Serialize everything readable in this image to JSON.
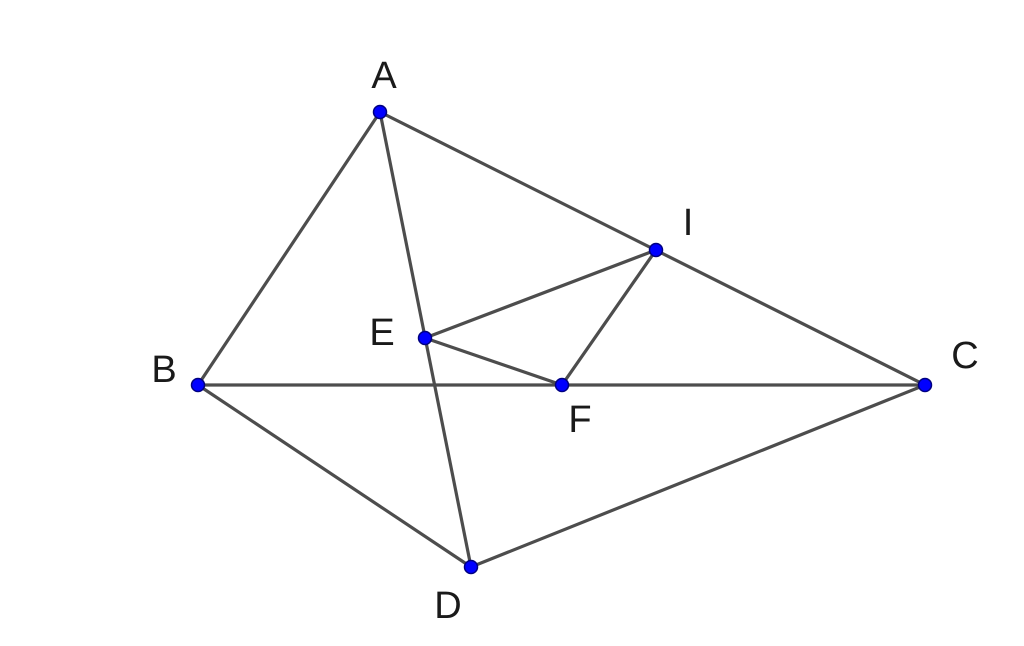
{
  "colors": {
    "segment": "#4d4d4d",
    "point_fill": "#0000ff",
    "point_stroke": "#000080",
    "label": "#1a1a1a",
    "background": "#ffffff"
  },
  "points": [
    {
      "id": "A",
      "label": "A"
    },
    {
      "id": "B",
      "label": "B"
    },
    {
      "id": "C",
      "label": "C"
    },
    {
      "id": "D",
      "label": "D"
    },
    {
      "id": "E",
      "label": "E"
    },
    {
      "id": "F",
      "label": "F"
    },
    {
      "id": "I",
      "label": "I"
    }
  ],
  "segments": [
    [
      "A",
      "B"
    ],
    [
      "A",
      "C"
    ],
    [
      "A",
      "D"
    ],
    [
      "B",
      "C"
    ],
    [
      "B",
      "D"
    ],
    [
      "C",
      "D"
    ],
    [
      "E",
      "I"
    ],
    [
      "E",
      "F"
    ],
    [
      "F",
      "I"
    ]
  ]
}
